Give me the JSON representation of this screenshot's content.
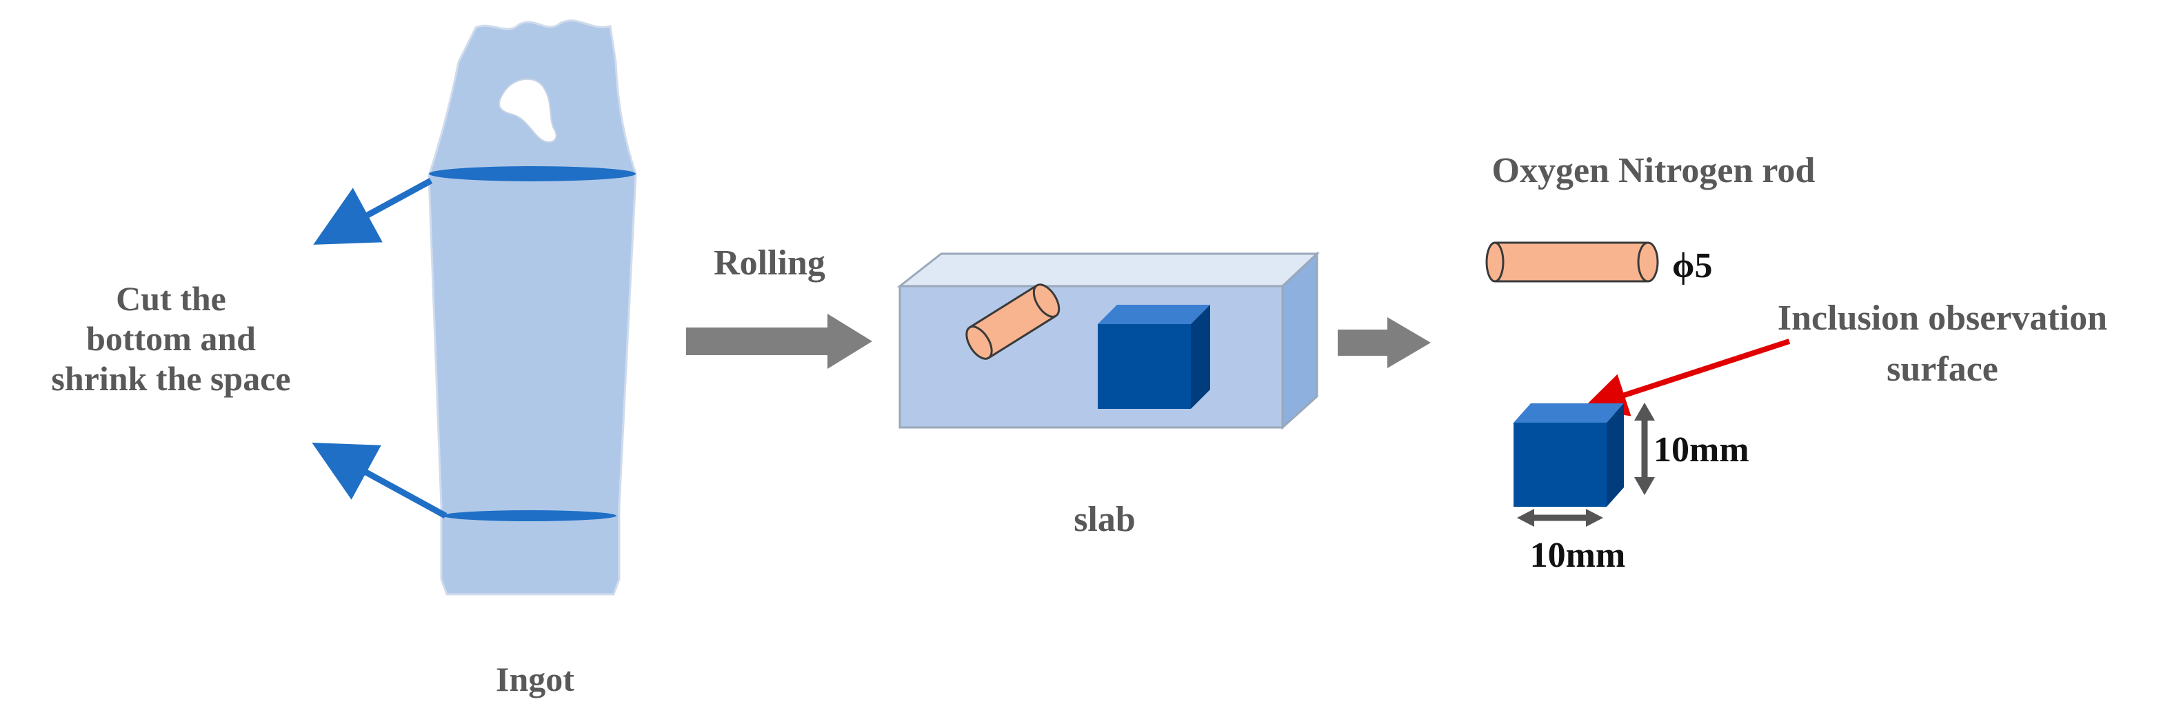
{
  "ingot": {
    "label": "Ingot",
    "cut_label": [
      "Cut the",
      "bottom and",
      "shrink the space"
    ]
  },
  "process": {
    "rolling_label": "Rolling"
  },
  "slab": {
    "label": "slab"
  },
  "samples": {
    "rod_label": "Oxygen Nitrogen rod",
    "rod_diameter_label": "ϕ5",
    "surface_label": [
      "Inclusion observation",
      "surface"
    ],
    "cube_height_label": "10mm",
    "cube_width_label": "10mm"
  },
  "colors": {
    "ingot_fill": "#b0c8e8",
    "slab_fill": "#b4c9e9",
    "slab_side": "#8db0de",
    "slab_top": "#dfe8f5",
    "cut_line": "#1f6fc6",
    "rod_fill": "#f8b48f",
    "cube_front": "#004f9f",
    "cube_top": "#3a7fd0",
    "cube_side": "#013c7c",
    "process_arrow": "#7f7f7f",
    "pointer_arrow": "#e00000",
    "dimension_arrow": "#555555",
    "label_grey": "#595959"
  }
}
